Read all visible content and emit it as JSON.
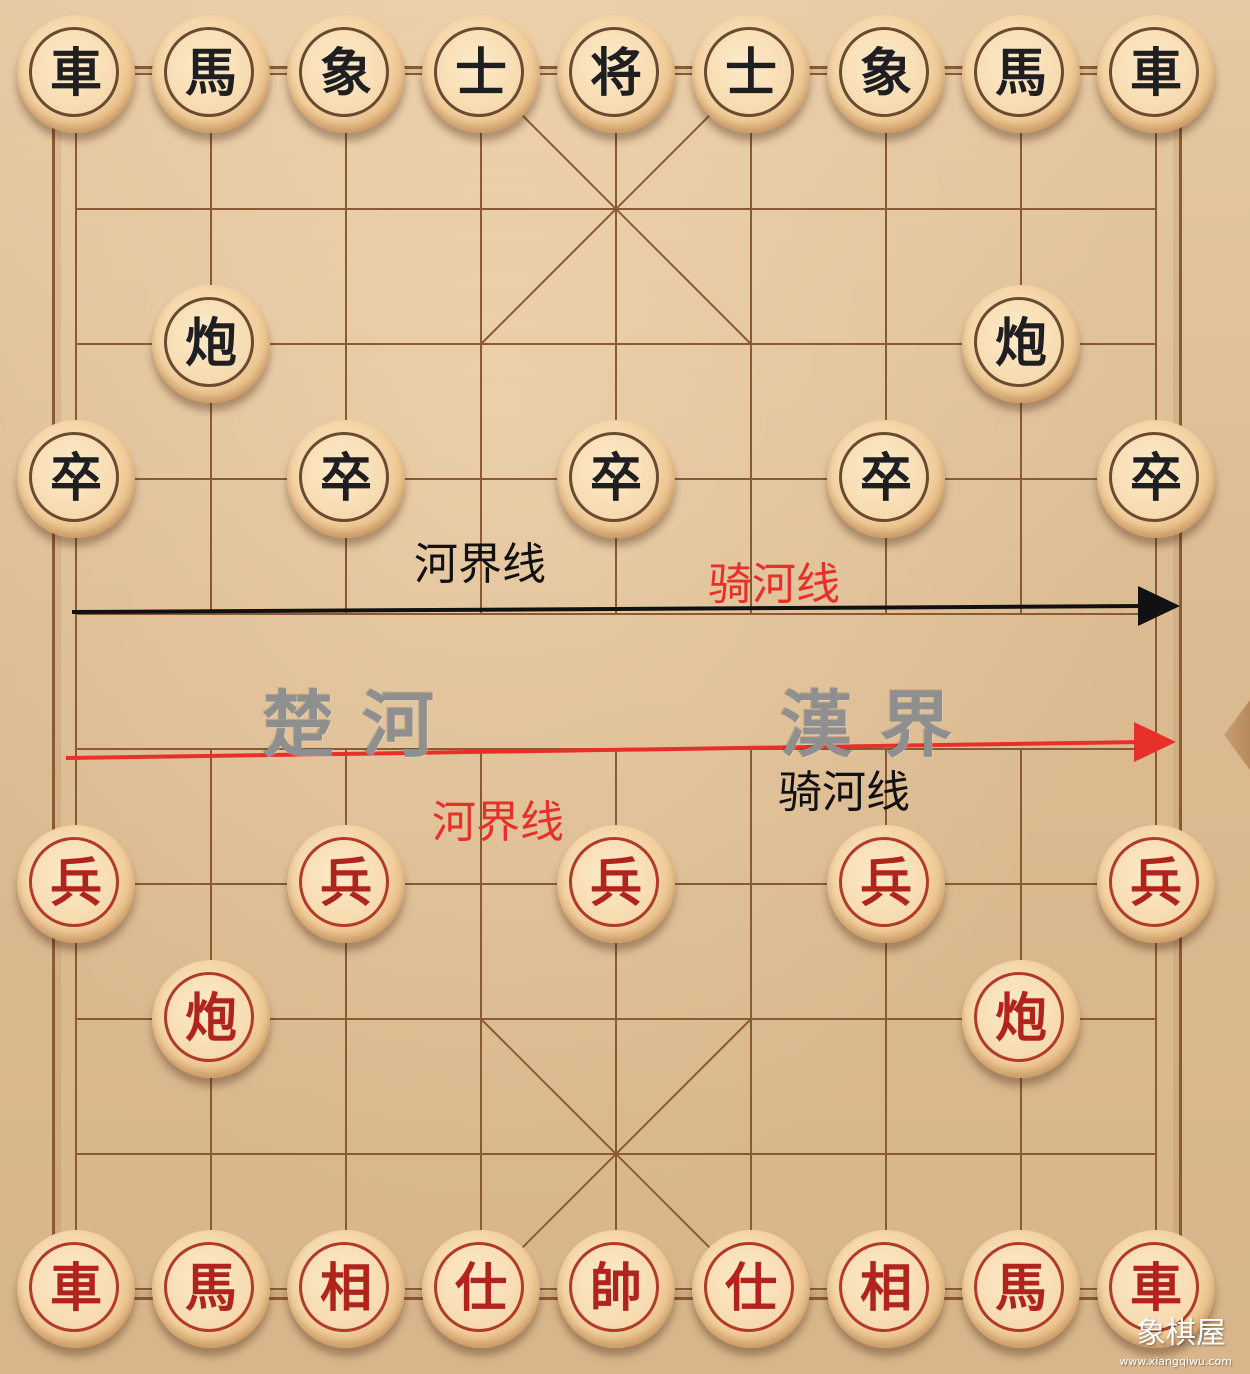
{
  "board": {
    "river_left": "楚河",
    "river_right": "漢界"
  },
  "annotations": {
    "upper_black_label": "河界线",
    "upper_red_label": "骑河线",
    "lower_black_label": "骑河线",
    "lower_red_label": "河界线",
    "black_arrow_color": "#111111",
    "red_arrow_color": "#e8302a"
  },
  "colors": {
    "black_piece_text": "#1f1f22",
    "red_piece_text": "#b0241c",
    "grid_line": "#8a5a32"
  },
  "pieces": [
    {
      "char": "車",
      "side": "black",
      "col": 0,
      "row": 0
    },
    {
      "char": "馬",
      "side": "black",
      "col": 1,
      "row": 0
    },
    {
      "char": "象",
      "side": "black",
      "col": 2,
      "row": 0
    },
    {
      "char": "士",
      "side": "black",
      "col": 3,
      "row": 0
    },
    {
      "char": "将",
      "side": "black",
      "col": 4,
      "row": 0
    },
    {
      "char": "士",
      "side": "black",
      "col": 5,
      "row": 0
    },
    {
      "char": "象",
      "side": "black",
      "col": 6,
      "row": 0
    },
    {
      "char": "馬",
      "side": "black",
      "col": 7,
      "row": 0
    },
    {
      "char": "車",
      "side": "black",
      "col": 8,
      "row": 0
    },
    {
      "char": "炮",
      "side": "black",
      "col": 1,
      "row": 2
    },
    {
      "char": "炮",
      "side": "black",
      "col": 7,
      "row": 2
    },
    {
      "char": "卒",
      "side": "black",
      "col": 0,
      "row": 3
    },
    {
      "char": "卒",
      "side": "black",
      "col": 2,
      "row": 3
    },
    {
      "char": "卒",
      "side": "black",
      "col": 4,
      "row": 3
    },
    {
      "char": "卒",
      "side": "black",
      "col": 6,
      "row": 3
    },
    {
      "char": "卒",
      "side": "black",
      "col": 8,
      "row": 3
    },
    {
      "char": "兵",
      "side": "red",
      "col": 0,
      "row": 6
    },
    {
      "char": "兵",
      "side": "red",
      "col": 2,
      "row": 6
    },
    {
      "char": "兵",
      "side": "red",
      "col": 4,
      "row": 6
    },
    {
      "char": "兵",
      "side": "red",
      "col": 6,
      "row": 6
    },
    {
      "char": "兵",
      "side": "red",
      "col": 8,
      "row": 6
    },
    {
      "char": "炮",
      "side": "red",
      "col": 1,
      "row": 7
    },
    {
      "char": "炮",
      "side": "red",
      "col": 7,
      "row": 7
    },
    {
      "char": "車",
      "side": "red",
      "col": 0,
      "row": 9
    },
    {
      "char": "馬",
      "side": "red",
      "col": 1,
      "row": 9
    },
    {
      "char": "相",
      "side": "red",
      "col": 2,
      "row": 9
    },
    {
      "char": "仕",
      "side": "red",
      "col": 3,
      "row": 9
    },
    {
      "char": "帥",
      "side": "red",
      "col": 4,
      "row": 9
    },
    {
      "char": "仕",
      "side": "red",
      "col": 5,
      "row": 9
    },
    {
      "char": "相",
      "side": "red",
      "col": 6,
      "row": 9
    },
    {
      "char": "馬",
      "side": "red",
      "col": 7,
      "row": 9
    },
    {
      "char": "車",
      "side": "red",
      "col": 8,
      "row": 9
    }
  ],
  "watermark": {
    "text": "象棋屋",
    "url": "www.xiangqiwu.com"
  }
}
